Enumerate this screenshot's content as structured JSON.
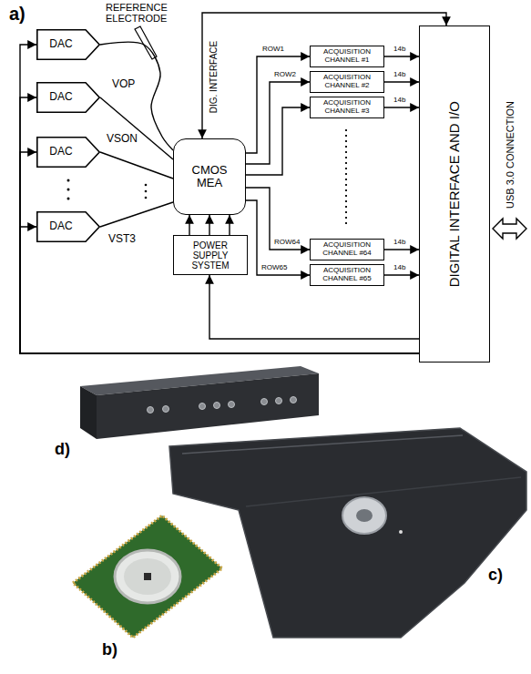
{
  "diagram": {
    "nodes": [
      {
        "text": [
          "DAC"
        ]
      },
      {
        "text": [
          "DAC"
        ]
      },
      {
        "text": [
          "DAC"
        ]
      },
      {
        "text": [
          "DAC"
        ]
      },
      {
        "text": [
          "CMOS MEA"
        ]
      },
      {
        "text": [
          "POWER SUPPLY SYSTEM"
        ]
      },
      {
        "text": [
          "ACQUISITION CHANNEL #1"
        ]
      },
      {
        "text": [
          "ACQUISITION CHANNEL #2"
        ]
      },
      {
        "text": [
          "ACQUISITION CHANNEL #3"
        ]
      },
      {
        "text": [
          "ACQUISITION CHANNEL #64"
        ]
      },
      {
        "text": [
          "ACQUISITION CHANNEL #65"
        ]
      },
      {
        "text": [
          "DIGITAL INTERFACE AND I/O"
        ]
      }
    ],
    "edges": [
      {
        "from": 0,
        "to": 4,
        "arrow": "none"
      },
      {
        "from": 1,
        "to": 4,
        "label": "VOP",
        "arrow": "none"
      },
      {
        "from": 2,
        "to": 4,
        "label": "VSON",
        "arrow": "none"
      },
      {
        "from": 3,
        "to": 4,
        "label": "VST3",
        "arrow": "none"
      },
      {
        "from": 11,
        "to": 4,
        "label": "DIG. INTERFACE",
        "arrow": "both"
      },
      {
        "from": 5,
        "to": 4,
        "arrow": "to"
      },
      {
        "from": 5,
        "to": 4,
        "arrow": "to"
      },
      {
        "from": 5,
        "to": 4,
        "arrow": "to"
      },
      {
        "from": 11,
        "to": 5,
        "arrow": "to"
      },
      {
        "from": 11,
        "to": 0,
        "arrow": "to"
      },
      {
        "from": 11,
        "to": 1,
        "arrow": "to"
      },
      {
        "from": 11,
        "to": 2,
        "arrow": "to"
      },
      {
        "from": 11,
        "to": 3,
        "arrow": "to"
      },
      {
        "from": 4,
        "to": 6,
        "label": "ROW1",
        "arrow": "to"
      },
      {
        "from": 4,
        "to": 7,
        "label": "ROW2",
        "arrow": "to"
      },
      {
        "from": 4,
        "to": 8,
        "arrow": "to"
      },
      {
        "from": 4,
        "to": 9,
        "label": "ROW64",
        "arrow": "to"
      },
      {
        "from": 4,
        "to": 10,
        "label": "ROW65",
        "arrow": "to"
      },
      {
        "from": 6,
        "to": 11,
        "label": "14b",
        "arrow": "to"
      },
      {
        "from": 7,
        "to": 11,
        "label": "14b",
        "arrow": "to"
      },
      {
        "from": 8,
        "to": 11,
        "label": "14b",
        "arrow": "to"
      },
      {
        "from": 9,
        "to": 11,
        "label": "14b",
        "arrow": "to"
      },
      {
        "from": 10,
        "to": 11,
        "label": "14b",
        "arrow": "to"
      }
    ],
    "labels": [
      "a)",
      "REFERENCE ELECTRODE",
      "USB 3.0 CONNECTION",
      "d)",
      "c)",
      "b)"
    ]
  }
}
